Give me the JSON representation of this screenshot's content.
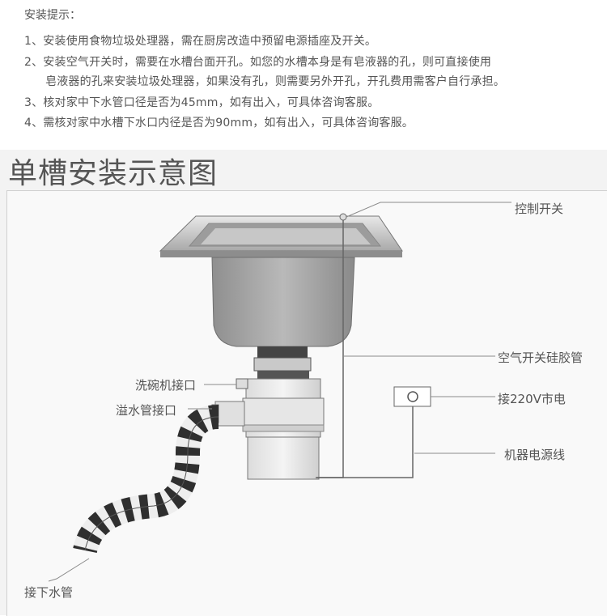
{
  "tips": {
    "title": "安装提示：",
    "items": [
      "1、安装使用食物垃圾处理器，需在厨房改造中预留电源插座及开关。",
      "2、安装空气开关时，需要在水槽台面开孔。如您的水槽本身是有皂液器的孔，则可直接使用",
      "皂液器的孔来安装垃圾处理器，如果没有孔，则需要另外开孔，开孔费用需客户自行承担。",
      "3、核对家中下水管口径是否为45mm，如有出入，可具体咨询客服。",
      "4、需核对家中水槽下水口内径是否为90mm，如有出入，可具体咨询客服。"
    ]
  },
  "diagram": {
    "title": "单槽安装示意图",
    "labels": {
      "control_switch": "控制开关",
      "air_switch_tube": "空气开关硅胶管",
      "power_220v": "接220V市电",
      "machine_power_cord": "机器电源线",
      "dishwasher_port": "洗碗机接口",
      "overflow_port": "溢水管接口",
      "drain_pipe": "接下水管"
    }
  },
  "colors": {
    "background": "#f3f3f3",
    "text": "#555555",
    "leader_line": "#8a8a8a",
    "sink_steel": "#b8b8b8",
    "pipe_dark": "#3a3a3a"
  }
}
